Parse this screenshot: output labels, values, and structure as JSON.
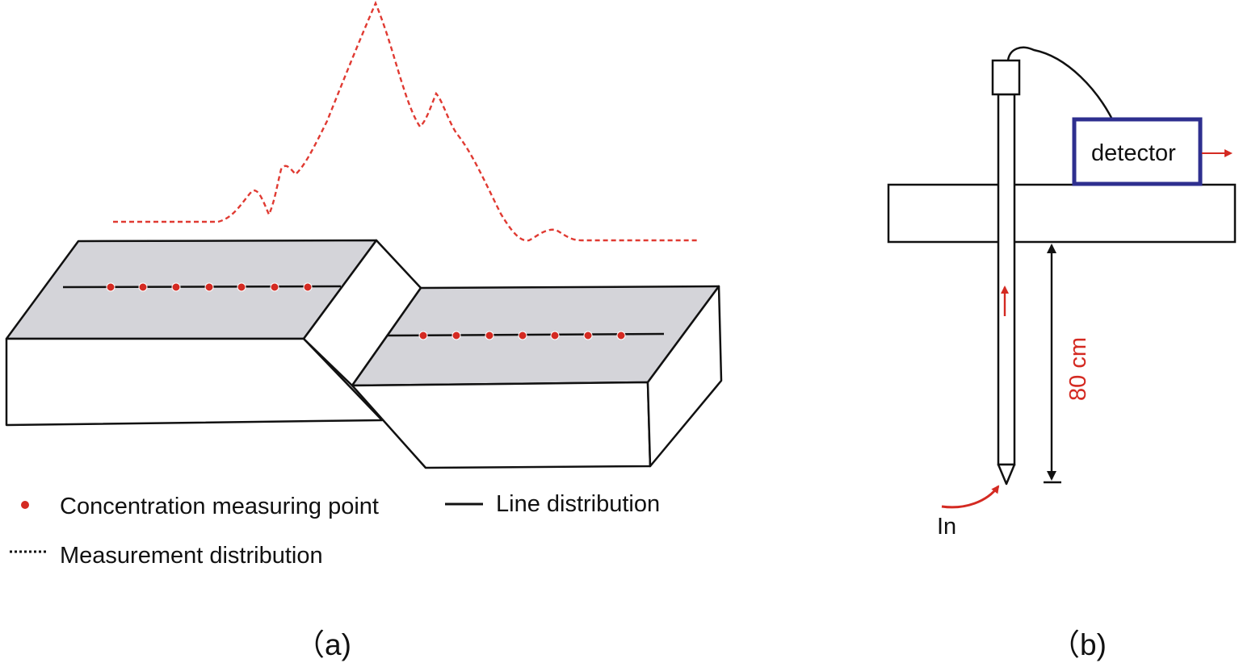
{
  "panel_a": {
    "caption": "（a)",
    "legend": {
      "point_label": "Concentration measuring point",
      "line_label": "Line distribution",
      "dotted_label": "Measurement distribution"
    }
  },
  "panel_b": {
    "caption": "（b)",
    "detector_label": "detector",
    "depth_label": "80 cm",
    "inlet_label": "In"
  },
  "colors": {
    "measurement_curve": "#e03a32",
    "measuring_point": "#d42a22",
    "block_top": "#d4d4d9",
    "detector_box": "#2e2f8f",
    "arrow": "#d42a22"
  }
}
